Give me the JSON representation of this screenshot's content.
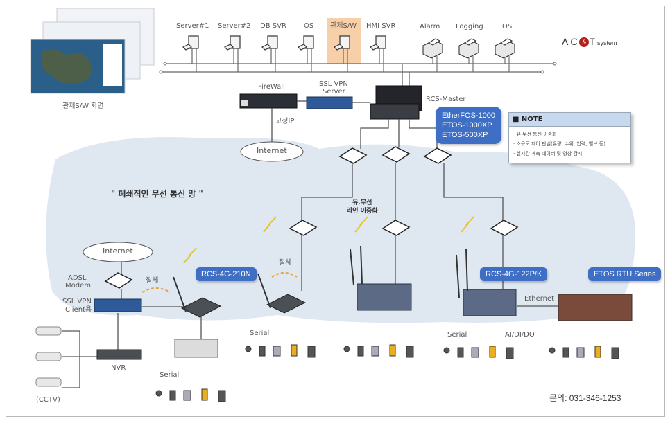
{
  "logo": {
    "left": "ΛC",
    "amp": "&",
    "right": "T",
    "suffix": "system"
  },
  "screens_caption": "관제S/W 화면",
  "top_nodes": {
    "workstations": [
      "Server#1",
      "Server#2",
      "DB SVR",
      "OS",
      "관제S/W",
      "HMI SVR"
    ],
    "printers": [
      "Alarm",
      "Logging",
      "OS"
    ],
    "highlighted": "관제S/W"
  },
  "center": {
    "firewall": "FireWall",
    "vpn_server": "SSL VPN\nServer",
    "vpn_server_l1": "SSL VPN",
    "vpn_server_l2": "Server",
    "rcs_master": "RCS-Master",
    "fixed_ip": "고정IP",
    "internet": "Internet",
    "models": [
      "EtherFOS-1000",
      "ETOS-1000XP",
      "ETOS-500XP"
    ]
  },
  "note": {
    "title": "■ NOTE",
    "items": [
      "· 유 무선 통신 이중화",
      "· 소규모 제어 판넬(유량, 수위, 압력, 밸브 등)",
      "· 실시간 계측 데이터 및 영상 감시"
    ]
  },
  "network_slogan": "\" 폐쇄적인 무선 통신 망 \"",
  "dual_line": {
    "l1": "유.무선",
    "l2": "라인 이중화"
  },
  "left_site": {
    "internet": "Internet",
    "adsl_l1": "ADSL",
    "adsl_l2": "Modem",
    "vpn_l1": "SSL VPN",
    "vpn_l2": "Client용",
    "switch": "절체",
    "device": "RCS-4G-210N",
    "nvr": "NVR",
    "cctv": "(CCTV)",
    "serial": "Serial"
  },
  "mid_site": {
    "switch": "절체",
    "serial": "Serial"
  },
  "right_site": {
    "device": "RCS-4G-122P/K",
    "rtu": "ETOS RTU Series",
    "ethernet": "Ethernet",
    "serial": "Serial",
    "io": "AI/DI/DO"
  },
  "contact": "문의: 031-346-1253",
  "colors": {
    "accent_blue": "#3e6fc4",
    "cloud_bg": "#dfe8f1",
    "highlight": "#f7cfa9",
    "logo_red": "#b22222"
  }
}
